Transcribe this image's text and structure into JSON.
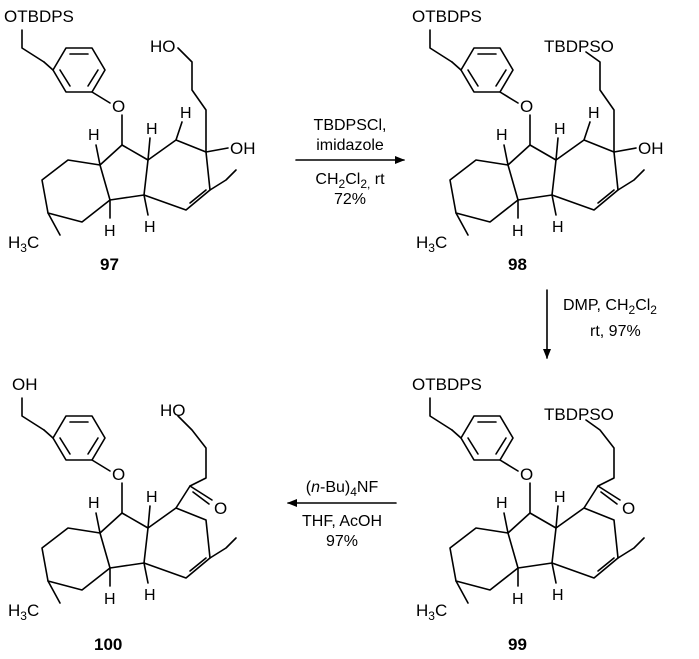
{
  "compounds": [
    {
      "id": "97",
      "labels": {
        "protect_top": "OTBDPS",
        "hydroxyl_chain": "HO",
        "side_oh": "OH",
        "methyl": "H3C"
      }
    },
    {
      "id": "98",
      "labels": {
        "protect_top": "OTBDPS",
        "hydroxyl_chain": "TBDPSO",
        "side_oh": "OH",
        "methyl": "H3C"
      }
    },
    {
      "id": "99",
      "labels": {
        "protect_top": "OTBDPS",
        "hydroxyl_chain": "TBDPSO",
        "ketone_o": "O",
        "methyl": "H3C"
      }
    },
    {
      "id": "100",
      "labels": {
        "protect_top": "OH",
        "hydroxyl_chain": "HO",
        "ketone_o": "O",
        "methyl": "H3C"
      }
    }
  ],
  "common": {
    "aryl_o": "O",
    "h": "H"
  },
  "steps": [
    {
      "line1": "TBDPSCl,",
      "line2": "imidazole",
      "line3_main": "CH",
      "line3_sub": "2",
      "line3_main2": "Cl",
      "line3_sub2": "2,",
      "line3_tail": " rt",
      "line4": "72%"
    },
    {
      "line1_main": "DMP, CH",
      "line1_sub": "2",
      "line1_main2": "Cl",
      "line1_sub2": "2",
      "line2": "rt, 97%"
    },
    {
      "line1_pre": "(",
      "line1_italic": "n",
      "line1_mid": "-Bu)",
      "line1_sub": "4",
      "line1_post": "NF",
      "line2": "THF, AcOH",
      "line3": "97%"
    }
  ]
}
